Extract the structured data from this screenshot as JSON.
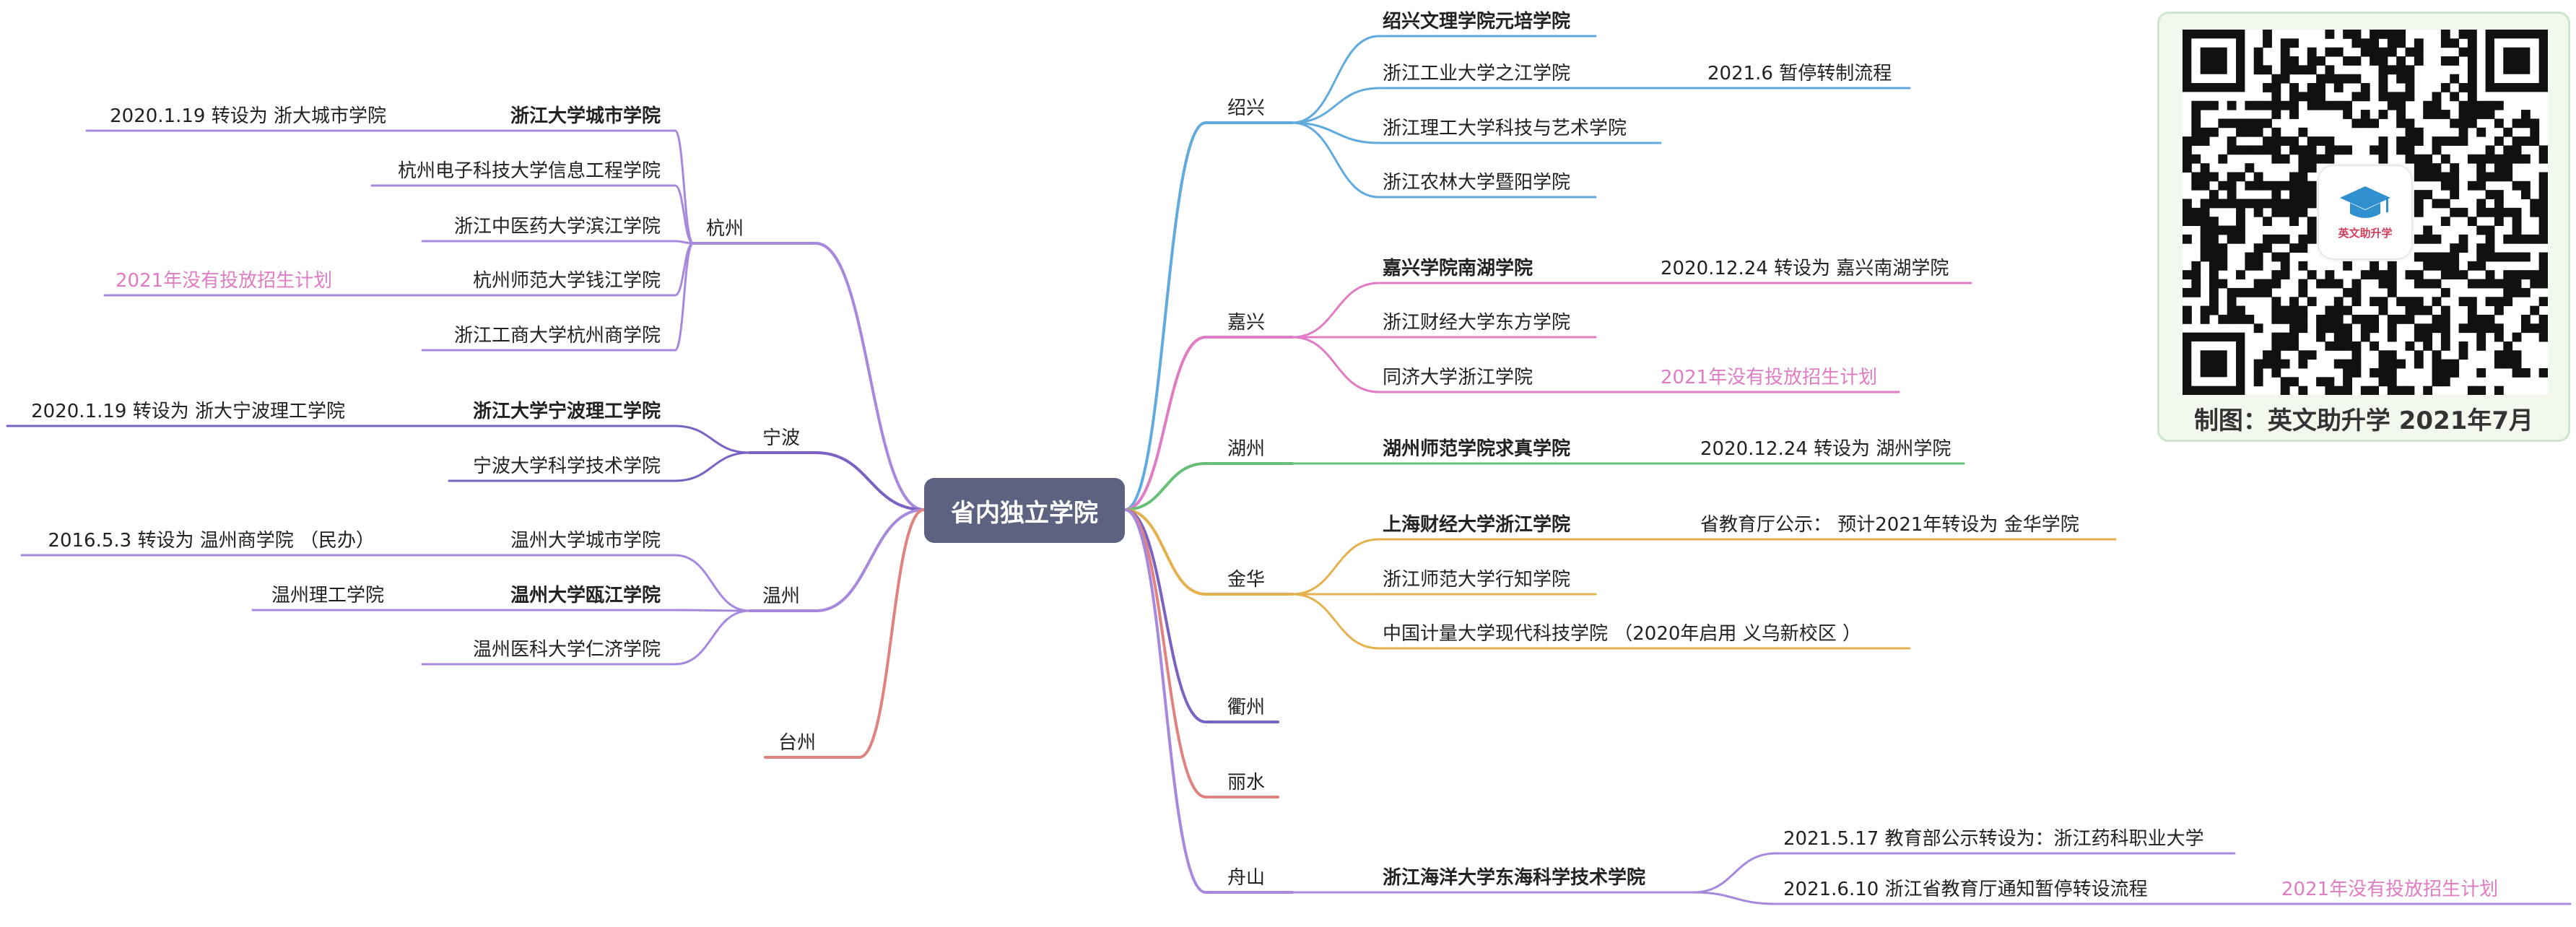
{
  "root": "省内独立学院",
  "colors": {
    "root_bg": "#5c6280",
    "hangzhou": "#a688dc",
    "ningbo": "#7a62c2",
    "wenzhou": "#a688dc",
    "taizhou": "#e0827f",
    "shaoxing": "#60aade",
    "jiaxing": "#e07cc4",
    "huzhou": "#67bf77",
    "jinhua": "#e3b14d",
    "quzhou": "#7a62c2",
    "lishui": "#e0827f",
    "zhoushan": "#a688dc",
    "highlight_text": "#e07cc4"
  },
  "left_branches": [
    {
      "city": "杭州",
      "children": [
        {
          "name": "浙江大学城市学院",
          "bold": true,
          "note": "2020.1.19  转设为  浙大城市学院"
        },
        {
          "name": "杭州电子科技大学信息工程学院"
        },
        {
          "name": "浙江中医药大学滨江学院"
        },
        {
          "name": "杭州师范大学钱江学院",
          "note": "2021年没有投放招生计划",
          "note_highlight": true
        },
        {
          "name": "浙江工商大学杭州商学院"
        }
      ]
    },
    {
      "city": "宁波",
      "children": [
        {
          "name": "浙江大学宁波理工学院",
          "bold": true,
          "note": "2020.1.19  转设为  浙大宁波理工学院"
        },
        {
          "name": "宁波大学科学技术学院"
        }
      ]
    },
    {
      "city": "温州",
      "children": [
        {
          "name": "温州大学城市学院",
          "note": "2016.5.3  转设为   温州商学院  （民办）"
        },
        {
          "name": "温州大学瓯江学院",
          "bold": true,
          "note": "温州理工学院"
        },
        {
          "name": "温州医科大学仁济学院"
        }
      ]
    },
    {
      "city": "台州",
      "children": []
    }
  ],
  "right_branches": [
    {
      "city": "绍兴",
      "children": [
        {
          "name": "绍兴文理学院元培学院",
          "bold": true
        },
        {
          "name": "浙江工业大学之江学院",
          "note": "2021.6  暂停转制流程"
        },
        {
          "name": "浙江理工大学科技与艺术学院"
        },
        {
          "name": "浙江农林大学暨阳学院"
        }
      ]
    },
    {
      "city": "嘉兴",
      "children": [
        {
          "name": "嘉兴学院南湖学院",
          "bold": true,
          "note": "2020.12.24  转设为  嘉兴南湖学院"
        },
        {
          "name": "浙江财经大学东方学院"
        },
        {
          "name": "同济大学浙江学院",
          "note": "2021年没有投放招生计划",
          "note_highlight": true
        }
      ]
    },
    {
      "city": "湖州",
      "children": [
        {
          "name": "湖州师范学院求真学院",
          "bold": true,
          "note": "2020.12.24  转设为  湖州学院"
        }
      ]
    },
    {
      "city": "金华",
      "children": [
        {
          "name": "上海财经大学浙江学院",
          "bold": true,
          "note": "省教育厅公示：   预计2021年转设为  金华学院"
        },
        {
          "name": "浙江师范大学行知学院"
        },
        {
          "name": "中国计量大学现代科技学院  （2020年启用  义乌新校区 ）"
        }
      ]
    },
    {
      "city": "衢州",
      "children": []
    },
    {
      "city": "丽水",
      "children": []
    },
    {
      "city": "舟山",
      "children": [
        {
          "name": "浙江海洋大学东海科学技术学院",
          "bold": true,
          "notes": [
            {
              "text": "2021.5.17   教育部公示转设为：浙江药科职业大学"
            },
            {
              "text": "2021.6.10   浙江省教育厅通知暂停转设流程",
              "note2": "2021年没有投放招生计划"
            }
          ]
        }
      ]
    }
  ],
  "qr": {
    "logo_text": "英文助升学",
    "caption": "制图：英文助升学  2021年7月"
  }
}
